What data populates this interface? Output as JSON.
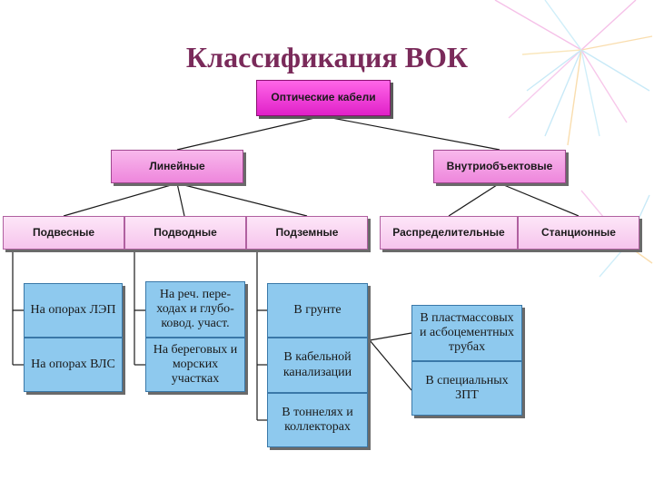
{
  "title": "Классификация ВОК",
  "root": "Оптические кабели",
  "level1": {
    "left": "Линейные",
    "right": "Внутриобъектовые"
  },
  "level2": {
    "suspended": "Подвесные",
    "underwater": "Подводные",
    "underground": "Подземные",
    "distribution": "Распределительные",
    "station": "Станционные"
  },
  "leaves": {
    "suspended": [
      "На опорах ЛЭП",
      "На опорах ВЛС"
    ],
    "underwater": [
      "На реч. пере-ходах и глубо-ковод. участ.",
      "На береговых и морских участках"
    ],
    "underground": [
      "В грунте",
      "В кабельной канализации",
      "В тоннелях и коллекторах"
    ],
    "indoor": [
      "В пластмассовых и асбоцементных трубах",
      "В специальных ЗПТ"
    ]
  },
  "colors": {
    "title": "#7a2a5a",
    "root": "#e020c8",
    "level1": "#ee86dc",
    "level2": "#fde6f8",
    "leaf": "#8ec9ee"
  }
}
